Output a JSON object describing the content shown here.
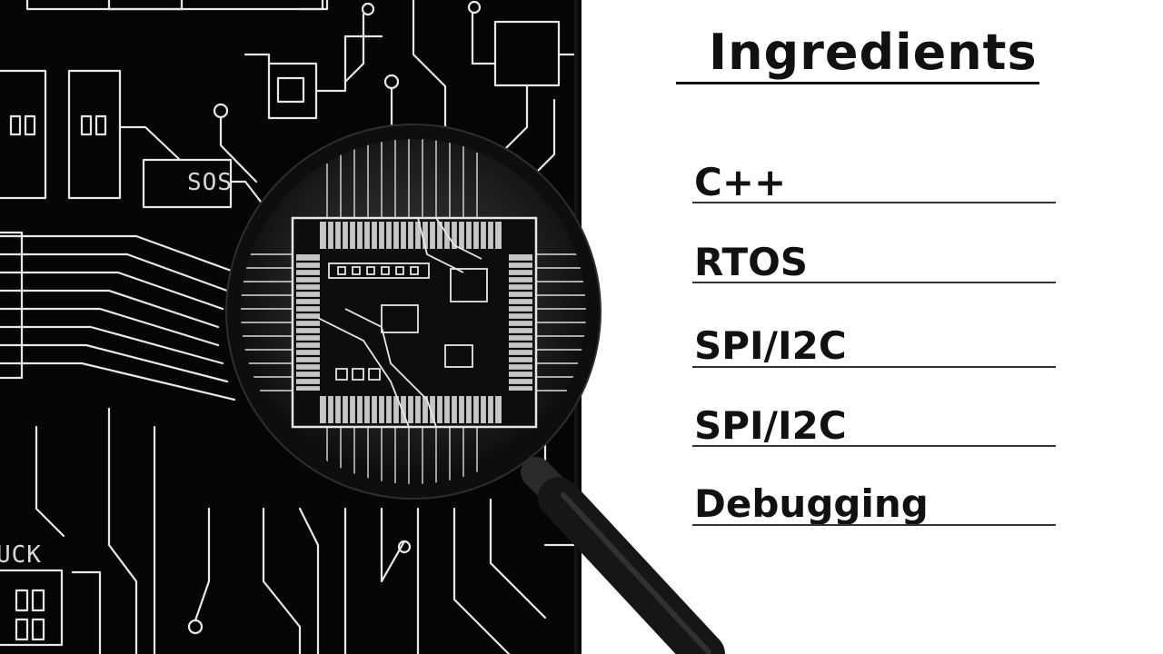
{
  "board": {
    "silk_labels": [
      "SOS",
      "UCK"
    ]
  },
  "ingredients": {
    "title": "Ingredients",
    "items": [
      "C++",
      "RTOS",
      "SPI/I2C",
      "SPI/I2C",
      "Debugging"
    ]
  },
  "colors": {
    "board": "#050505",
    "trace": "#e8e8e8",
    "paper": "#ffffff",
    "ink": "#111111"
  },
  "icons": [
    "circuit-board-illustration",
    "magnifying-glass-icon",
    "microchip-icon"
  ]
}
